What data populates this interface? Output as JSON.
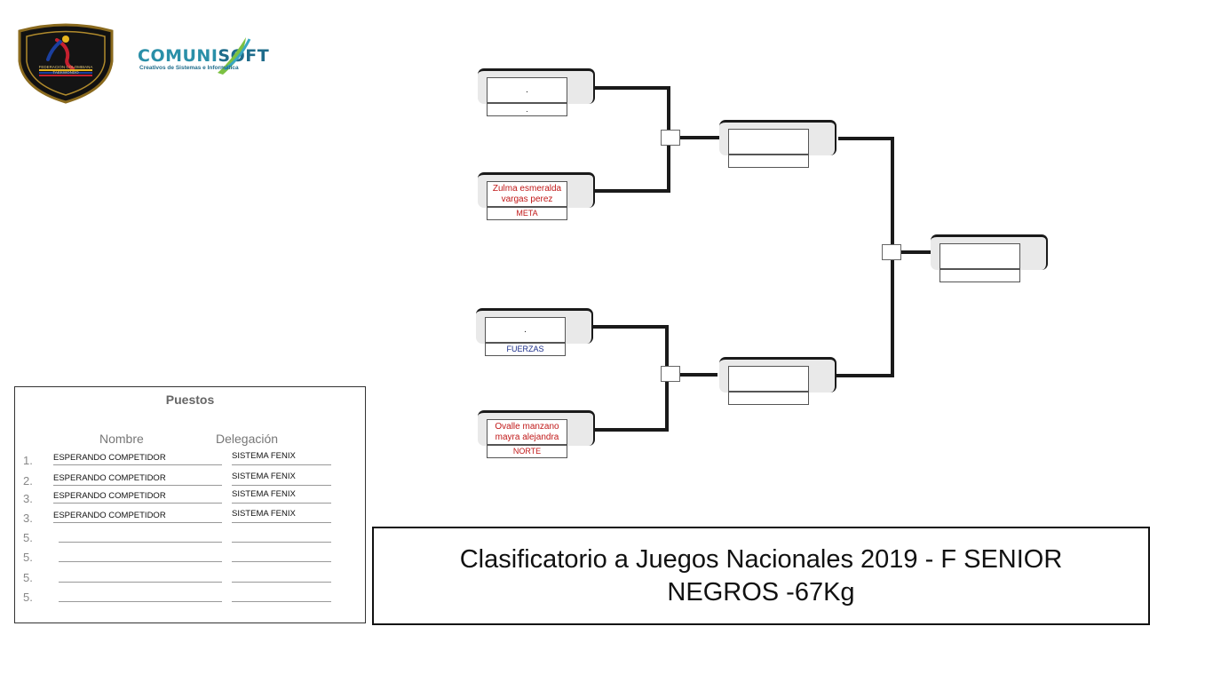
{
  "logos": {
    "federation_icon": "shield-logo",
    "federation_text": "FEDERACION COLOMBIANA TAEKWONDO",
    "brand_name_a": "COMUNI",
    "brand_name_b": "SOFT",
    "brand_tagline": "Creativos de Sistemas e Informática"
  },
  "bracket": {
    "round1": [
      {
        "name": ".",
        "team": ".",
        "team_color": "#c01818"
      },
      {
        "name": "Zulma esmeralda vargas perez",
        "team": "META",
        "team_color": "#c01818"
      },
      {
        "name": ".",
        "team": "FUERZAS",
        "team_color": "#1a2d8a"
      },
      {
        "name": "Ovalle manzano mayra alejandra",
        "team": "NORTE",
        "team_color": "#c01818"
      }
    ],
    "semifinal": [
      {
        "name": "",
        "team": ""
      },
      {
        "name": "",
        "team": ""
      }
    ],
    "final": {
      "name": "",
      "team": ""
    },
    "line_color": "#1a1a1a"
  },
  "puestos": {
    "title": "Puestos",
    "col_name": "Nombre",
    "col_delegation": "Delegación",
    "rows": [
      {
        "num": "1.",
        "name": "ESPERANDO COMPETIDOR",
        "delegation": "SISTEMA FENIX"
      },
      {
        "num": "2.",
        "name": "ESPERANDO COMPETIDOR",
        "delegation": "SISTEMA FENIX"
      },
      {
        "num": "3.",
        "name": "ESPERANDO COMPETIDOR",
        "delegation": "SISTEMA FENIX"
      },
      {
        "num": "3.",
        "name": "ESPERANDO COMPETIDOR",
        "delegation": "SISTEMA FENIX"
      },
      {
        "num": "5.",
        "name": "",
        "delegation": ""
      },
      {
        "num": "5.",
        "name": "",
        "delegation": ""
      },
      {
        "num": "5.",
        "name": "",
        "delegation": ""
      },
      {
        "num": "5.",
        "name": "",
        "delegation": ""
      }
    ]
  },
  "event": {
    "title_line1": "Clasificatorio a Juegos Nacionales 2019 - F SENIOR",
    "title_line2": "NEGROS -67Kg"
  }
}
